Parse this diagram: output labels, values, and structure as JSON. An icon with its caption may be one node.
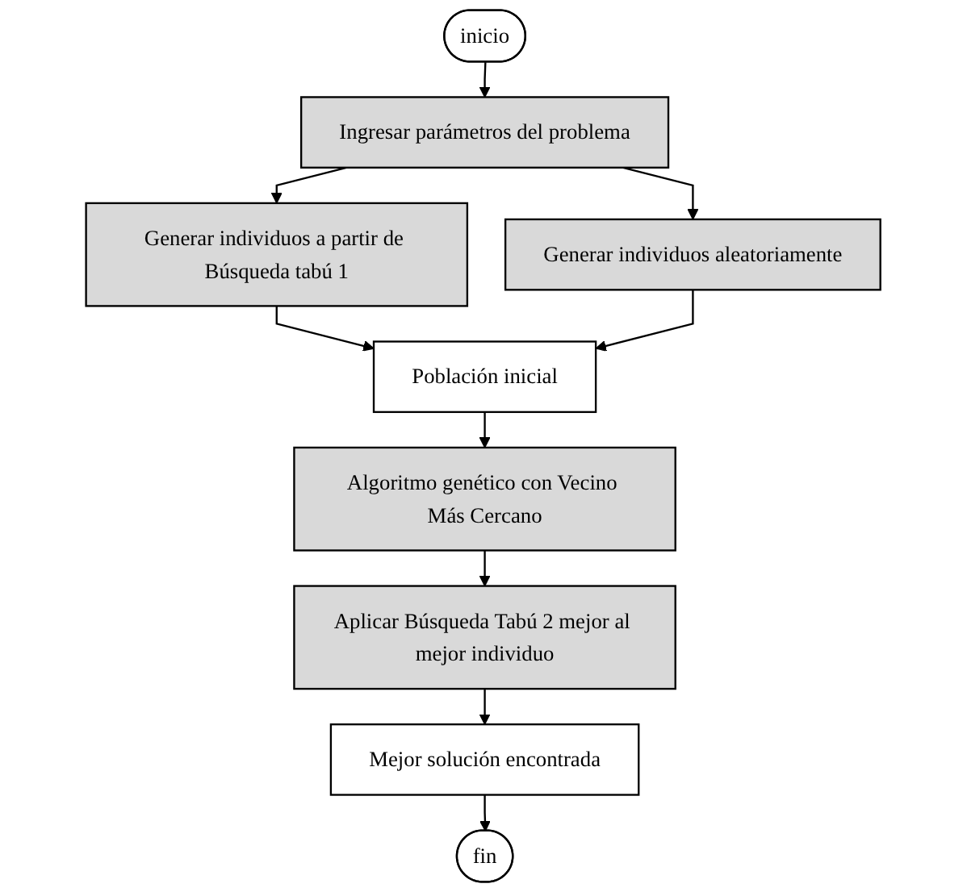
{
  "diagram": {
    "nodes": [
      {
        "text": [
          "inicio"
        ]
      },
      {
        "text": [
          "Ingresar parámetros del problema"
        ]
      },
      {
        "text": [
          "Generar individuos a partir de Búsqueda tabú 1"
        ]
      },
      {
        "text": [
          "Generar individuos aleatoriamente"
        ]
      },
      {
        "text": [
          "Población inicial"
        ]
      },
      {
        "text": [
          "Algoritmo genético con Vecino Más Cercano"
        ]
      },
      {
        "text": [
          "Aplicar Búsqueda Tabú 2 mejor al mejor individuo"
        ]
      },
      {
        "text": [
          "Mejor solución encontrada"
        ]
      },
      {
        "text": [
          "fin"
        ]
      }
    ],
    "edges": [
      {
        "from": 0,
        "to": 1,
        "arrow": "to"
      },
      {
        "from": 1,
        "to": 2,
        "arrow": "to"
      },
      {
        "from": 1,
        "to": 3,
        "arrow": "to"
      },
      {
        "from": 2,
        "to": 4,
        "arrow": "to"
      },
      {
        "from": 3,
        "to": 4,
        "arrow": "to"
      },
      {
        "from": 4,
        "to": 5,
        "arrow": "to"
      },
      {
        "from": 5,
        "to": 6,
        "arrow": "to"
      },
      {
        "from": 6,
        "to": 7,
        "arrow": "to"
      },
      {
        "from": 7,
        "to": 8,
        "arrow": "to"
      }
    ]
  }
}
